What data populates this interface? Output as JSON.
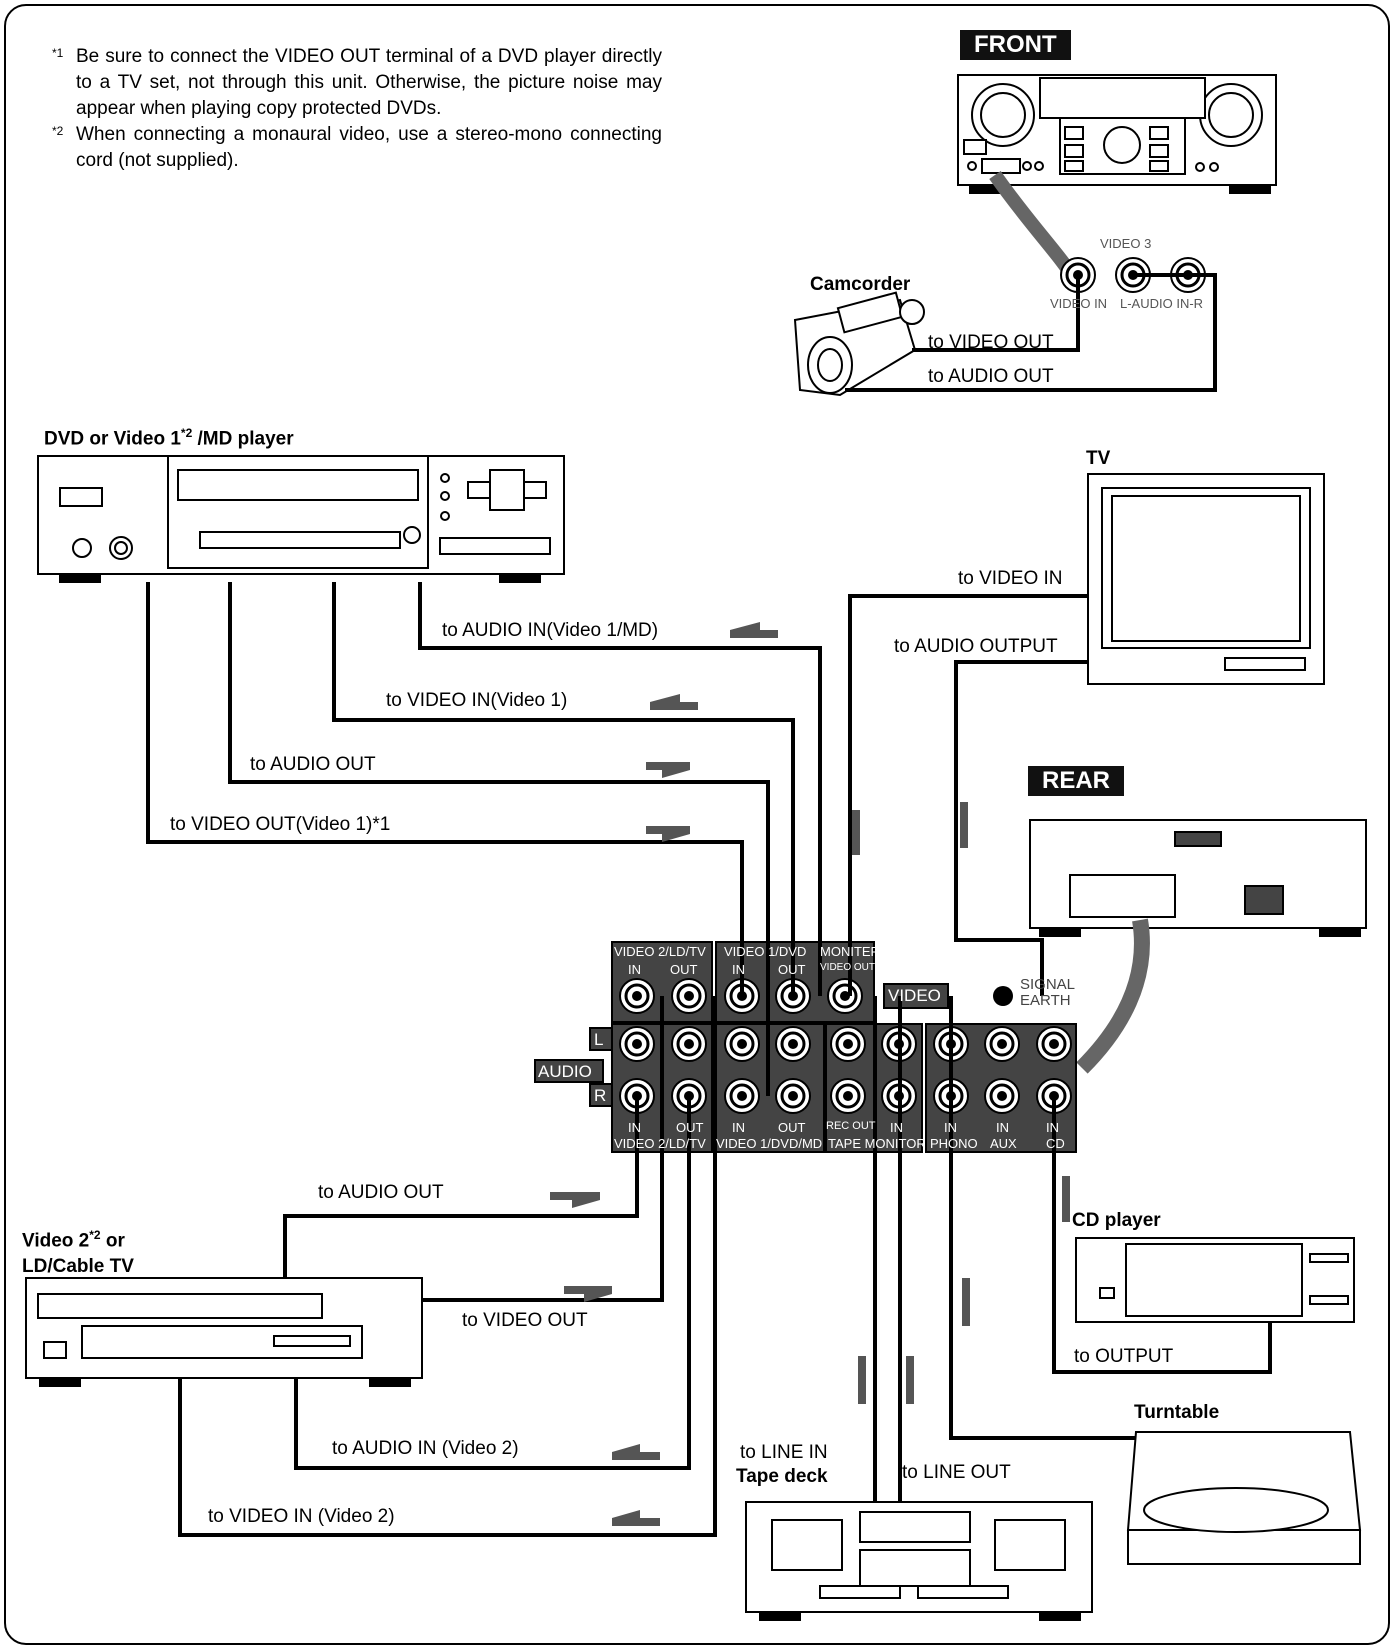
{
  "notes": [
    {
      "mark": "*1",
      "text": "Be sure to connect the VIDEO OUT terminal of a DVD player directly to a TV set, not through this unit. Otherwise, the picture noise may appear when playing copy protected DVDs."
    },
    {
      "mark": "*2",
      "text": "When connecting a monaural video, use a stereo-mono connecting cord (not supplied)."
    }
  ],
  "badges": {
    "front": "FRONT",
    "rear": "REAR"
  },
  "devices": {
    "dvd_a": "DVD or Video 1",
    "dvd_sup": "*2",
    "dvd_b": " /MD player",
    "tv": "TV",
    "camcorder": "Camcorder",
    "video2_a": "Video 2",
    "video2_sup": "*2",
    "video2_b": " or",
    "video2_c": "LD/Cable TV",
    "cd": "CD player",
    "turntable": "Turntable",
    "tape": "Tape deck"
  },
  "front_panel": {
    "video3": "VIDEO 3",
    "video_in": "VIDEO IN",
    "audio_in": "L-AUDIO IN-R"
  },
  "connections": {
    "cam_video": "to VIDEO OUT",
    "cam_audio": "to AUDIO OUT",
    "dvd_audio_in": "to AUDIO IN(Video 1/MD)",
    "dvd_video_in": "to VIDEO IN(Video 1)",
    "dvd_audio_out": "to AUDIO OUT",
    "dvd_video_out": "to VIDEO OUT(Video 1)*1",
    "tv_video_in": "to VIDEO IN",
    "tv_audio_out": "to AUDIO OUTPUT",
    "v2_audio_out": "to AUDIO OUT",
    "v2_video_out": "to VIDEO OUT",
    "v2_audio_in": "to AUDIO IN (Video 2)",
    "v2_video_in": "to VIDEO IN (Video 2)",
    "tape_line_in": "to LINE IN",
    "tape_line_out": "to LINE OUT",
    "cd_output": "to OUTPUT"
  },
  "rear_panel": {
    "v2_top": "VIDEO 2/LD/TV",
    "v1_top": "VIDEO 1/DVD",
    "mon_top": "MONITER",
    "in": "IN",
    "out": "OUT",
    "video_out": "VIDEO OUT",
    "video": "VIDEO",
    "signal": "SIGNAL",
    "earth": "EARTH",
    "l": "L",
    "audio": "AUDIO",
    "r": "R",
    "rec_out": "REC OUT",
    "v2_bottom": "VIDEO 2/LD/TV",
    "v1_bottom": "VIDEO 1/DVD/MD",
    "tape_bottom": "TAPE MONITOR",
    "phono": "PHONO",
    "aux": "AUX",
    "cd": "CD"
  }
}
